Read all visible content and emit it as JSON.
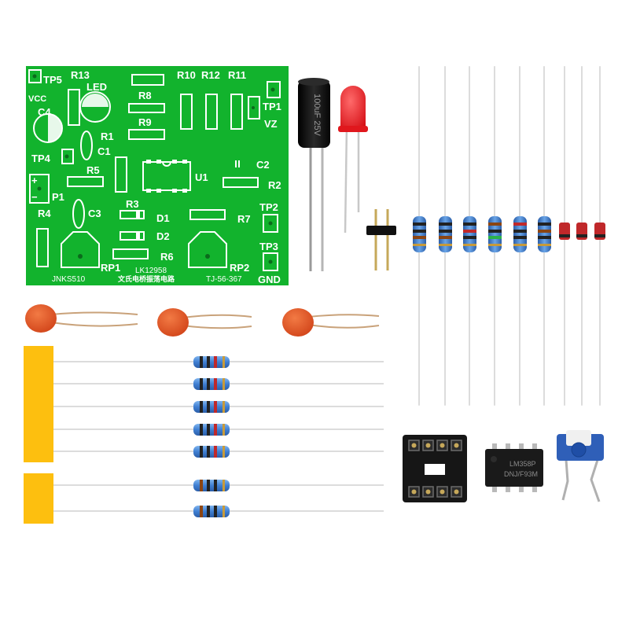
{
  "pcb": {
    "color": "#12b32d",
    "labels": {
      "tp5": "TP5",
      "r13": "R13",
      "led": "LED",
      "r10": "R10",
      "r12": "R12",
      "r11": "R11",
      "vcc": "VCC",
      "c4": "C4",
      "r8": "R8",
      "tp1": "TP1",
      "r9": "R9",
      "vz": "VZ",
      "r1": "R1",
      "c1": "C1",
      "tp4": "TP4",
      "r5": "R5",
      "u1": "U1",
      "c2": "C2",
      "p1": "P1",
      "r2": "R2",
      "r4": "R4",
      "r3": "R3",
      "c3": "C3",
      "d1": "D1",
      "r7": "R7",
      "tp2": "TP2",
      "d2": "D2",
      "r6": "R6",
      "tp3": "TP3",
      "rp1": "RP1",
      "rp2": "RP2",
      "jnks": "JNKS510",
      "lk": "LK12958",
      "title_cn": "文氏电桥振荡电路",
      "tj": "TJ-56-367",
      "gnd": "GND"
    }
  },
  "capacitor": {
    "marking": "100uF 25V",
    "sleeve_color": "#141414"
  },
  "led": {
    "color": "#e8131a"
  },
  "ic": {
    "marking_line1": "LM358P",
    "marking_line2": "DNJ/F93M"
  },
  "colors": {
    "ceramic": "#e2541e",
    "tape": "#fdbf0f",
    "resistor": "#3f7fd2",
    "diode": "#c0282a"
  }
}
